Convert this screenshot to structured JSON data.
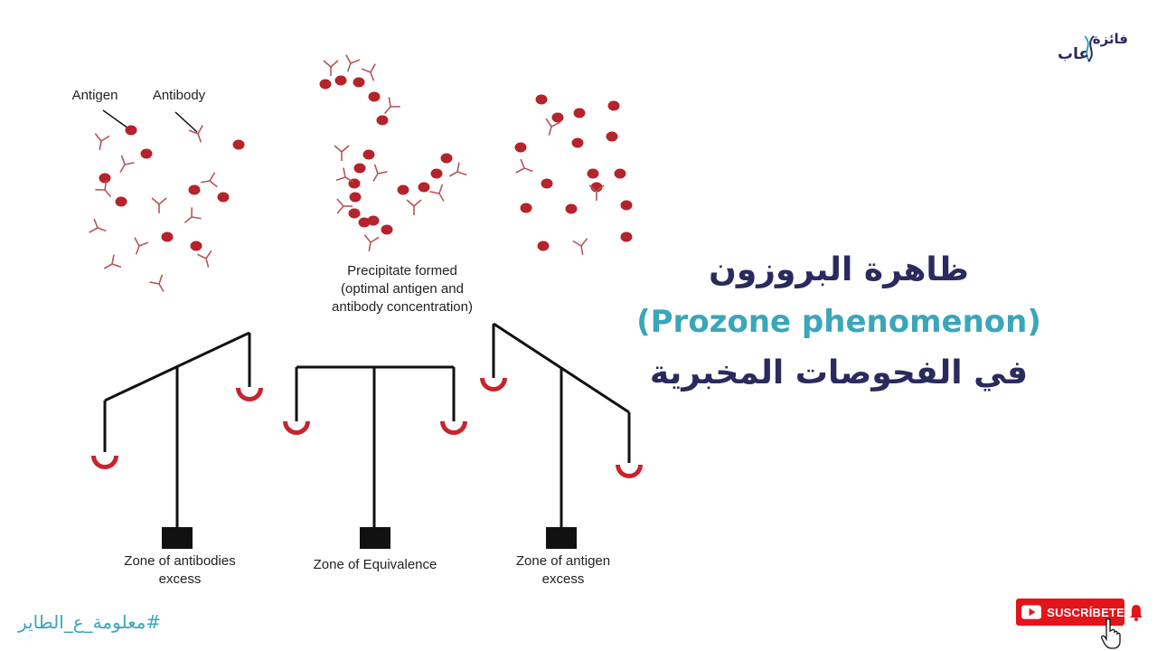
{
  "labels": {
    "antigen": "Antigen",
    "antibody": "Antibody",
    "precipitate_line1": "Precipitate formed",
    "precipitate_line2": "(optimal antigen and",
    "precipitate_line3": "antibody concentration)",
    "zone_left_line1": "Zone of antibodies",
    "zone_left_line2": "excess",
    "zone_middle": "Zone of Equivalence",
    "zone_right_line1": "Zone of antigen",
    "zone_right_line2": "excess"
  },
  "title": {
    "line1": "ظاهرة البروزون",
    "line2": "(Prozone phenomenon)",
    "line3": "في الفحوصات المخبرية"
  },
  "logo": {
    "text_top": "فائزة",
    "text_bottom": "عاب"
  },
  "hashtag": "#معلومة_ع_الطاير",
  "subscribe": {
    "label": "SUSCRÍBETE"
  },
  "colors": {
    "antigen_red": "#b5232b",
    "antibody_brown": "#b5565c",
    "title_navy": "#2b2a5e",
    "title_teal": "#3aa6b9",
    "hashtag_teal": "#3aa6b9",
    "subscribe_red": "#e3151a"
  },
  "icons": [
    "youtube-play-icon",
    "bell-icon",
    "hand-cursor-icon",
    "dna-logo-icon"
  ]
}
